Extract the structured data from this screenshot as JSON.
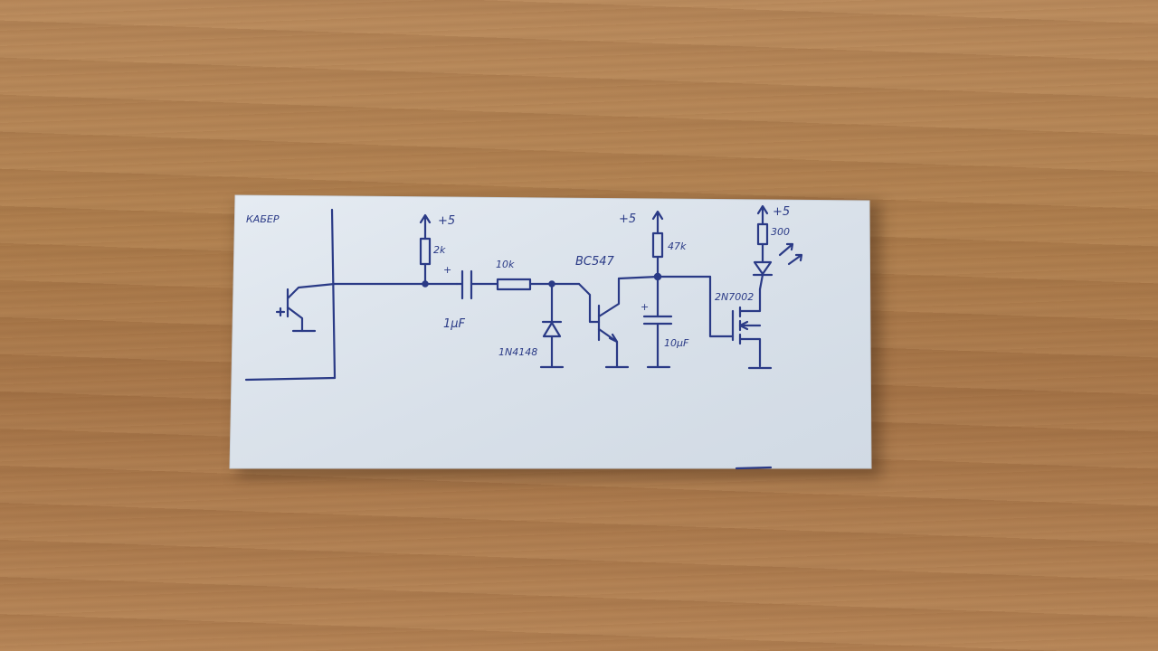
{
  "labels": {
    "connector": "КАБЕР",
    "v_top_left": "+5",
    "r1": "2k",
    "cap1_plus": "+",
    "cap1": "1µF",
    "r2": "10k",
    "diode": "1N4148",
    "transistor": "BC547",
    "v_mid": "+5",
    "r3": "47k",
    "cap2_plus": "+",
    "cap2": "10µF",
    "mosfet": "2N7002",
    "v_right": "+5",
    "r4": "300"
  },
  "colors": {
    "ink": "#2a3a86",
    "paper": "#dfe7ef",
    "table": "#b0804f"
  }
}
